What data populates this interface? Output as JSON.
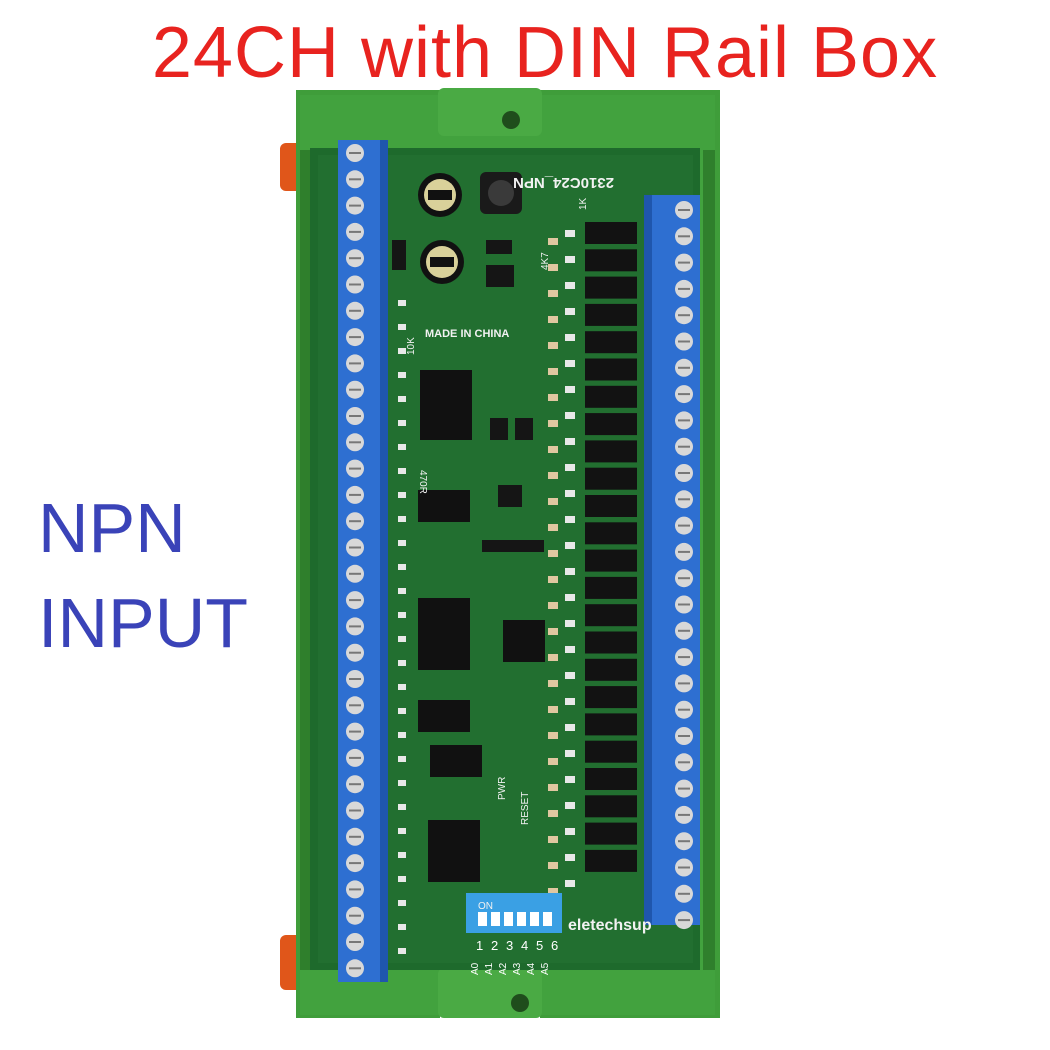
{
  "headline": "24CH with DIN Rail Box",
  "side_label": {
    "line1": "NPN",
    "line2": "INPUT"
  },
  "board": {
    "model": "2310C24_NPN",
    "origin": "MADE IN CHINA",
    "brand": "eletechsup",
    "dip_on": "ON",
    "dip_numbers": [
      "1",
      "2",
      "3",
      "4",
      "5",
      "6"
    ],
    "addr_labels": [
      "A0",
      "A1",
      "A2",
      "A3",
      "A4",
      "A5"
    ],
    "pwr": "PWR",
    "reset": "RESET",
    "resistor_labels": [
      "4K7",
      "10K",
      "1K",
      "470R"
    ]
  },
  "colors": {
    "headline": "#e8231f",
    "side_label": "#3a43b8",
    "enclosure": "#3f9d3a",
    "pcb": "#1e6a2c",
    "terminal": "#2e6fd1",
    "clip": "#e0561a"
  }
}
